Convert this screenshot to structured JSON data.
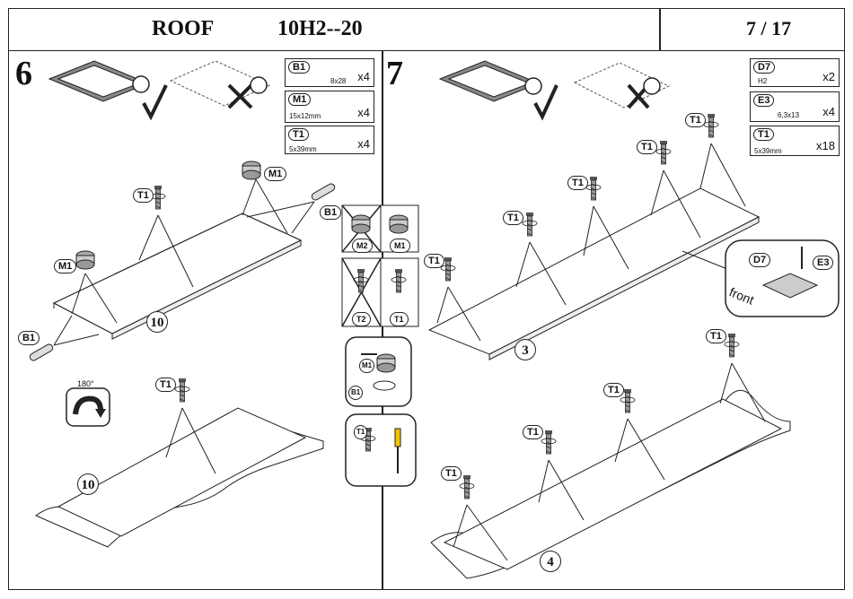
{
  "header": {
    "title": "ROOF",
    "model": "10H2--20",
    "page": "7 / 17"
  },
  "step6": {
    "number": "6",
    "parts": [
      {
        "tag": "B1",
        "spec": "8x28",
        "qty": "x4"
      },
      {
        "tag": "M1",
        "spec": "15x12mm",
        "qty": "x4"
      },
      {
        "tag": "T1",
        "spec": "5x39mm",
        "qty": "x4"
      }
    ],
    "callouts": {
      "t1": "T1",
      "m1": "M1",
      "b1": "B1",
      "panel": "10"
    },
    "rotate_label": "180°",
    "wrong_right": {
      "m2": "M2",
      "m1": "M1",
      "t2": "T2",
      "t1": "T1"
    },
    "detail_tags": {
      "m1": "M1",
      "b1": "B1",
      "t1": "T1"
    }
  },
  "step7": {
    "number": "7",
    "parts": [
      {
        "tag": "D7",
        "spec": "H2",
        "qty": "x2"
      },
      {
        "tag": "E3",
        "spec": "6,3x13",
        "qty": "x4"
      },
      {
        "tag": "T1",
        "spec": "5x39mm",
        "qty": "x18"
      }
    ],
    "callouts": {
      "t1": "T1",
      "d7": "D7",
      "e3": "E3",
      "panel_top": "3",
      "panel_bottom": "4"
    },
    "front_label": "front"
  }
}
